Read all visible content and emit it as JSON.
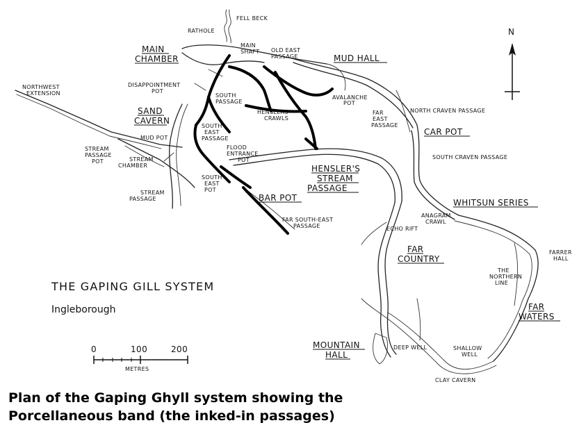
{
  "map": {
    "title": "THE GAPING GILL SYSTEM",
    "subtitle": "Ingleborough",
    "north": "N",
    "scale": {
      "ticks": [
        "0",
        "100",
        "200"
      ],
      "unit": "METRES"
    },
    "labels": {
      "fell_beck": "FELL BECK",
      "rathole": "RATHOLE",
      "main_shaft_1": "MAIN",
      "main_shaft_2": "SHAFT",
      "main_chamber_1": "MAIN",
      "main_chamber_2": "CHAMBER",
      "old_east_1": "OLD EAST",
      "old_east_2": "PASSAGE",
      "mud_hall": "MUD HALL",
      "northwest_1": "NORTHWEST",
      "northwest_2": "EXTENSION",
      "disappointment": "DISAPPOINTMENT",
      "disappointment_2": "POT",
      "south_passage_1": "SOUTH",
      "south_passage_2": "PASSAGE",
      "henslers_crawls_1": "HENSLERS",
      "henslers_crawls_2": "CRAWLS",
      "avalanche_1": "AVALANCHE",
      "avalanche_2": "POT",
      "north_craven": "NORTH CRAVEN PASSAGE",
      "far_east_1": "FAR",
      "far_east_2": "EAST",
      "far_east_3": "PASSAGE",
      "car_pot": "CAR POT",
      "sand_cavern_1": "SAND",
      "sand_cavern_2": "CAVERN",
      "south_east_passage_1": "SOUTH",
      "south_east_passage_2": "EAST",
      "south_east_passage_3": "PASSAGE",
      "mud_pot": "MUD POT",
      "stream_passage_pot_1": "STREAM",
      "stream_passage_pot_2": "PASSAGE",
      "stream_passage_pot_3": "POT",
      "stream_chamber_1": "STREAM",
      "stream_chamber_2": "CHAMBER",
      "flood_entrance_1": "FLOOD",
      "flood_entrance_2": "ENTRANCE",
      "flood_entrance_3": "POT",
      "south_craven": "SOUTH CRAVEN PASSAGE",
      "henslers_stream_1": "HENSLER'S",
      "henslers_stream_2": "STREAM",
      "henslers_stream_3": "PASSAGE",
      "south_east_pot_1": "SOUTH",
      "south_east_pot_2": "EAST",
      "south_east_pot_3": "POT",
      "stream_passage_1": "STREAM",
      "stream_passage_2": "PASSAGE",
      "bar_pot": "BAR POT",
      "whitsun": "WHITSUN SERIES",
      "far_south_east_1": "FAR SOUTH-EAST",
      "far_south_east_2": "PASSAGE",
      "anagram_1": "ANAGRAM",
      "anagram_2": "CRAWL",
      "echo_rift": "ECHO RIFT",
      "far_country_1": "FAR",
      "far_country_2": "COUNTRY",
      "farrer_hall_1": "FARRER",
      "farrer_hall_2": "HALL",
      "northern_line_1": "THE",
      "northern_line_2": "NORTHERN",
      "northern_line_3": "LINE",
      "far_waters_1": "FAR",
      "far_waters_2": "WATERS",
      "mountain_hall_1": "MOUNTAIN",
      "mountain_hall_2": "HALL",
      "deep_well": "DEEP WELL",
      "shallow_well_1": "SHALLOW",
      "shallow_well_2": "WELL",
      "clay_cavern": "CLAY CAVERN"
    }
  },
  "caption": {
    "line1": "Plan of the Gaping Ghyll system showing the",
    "line2": "Porcellaneous band (the inked-in passages)"
  }
}
